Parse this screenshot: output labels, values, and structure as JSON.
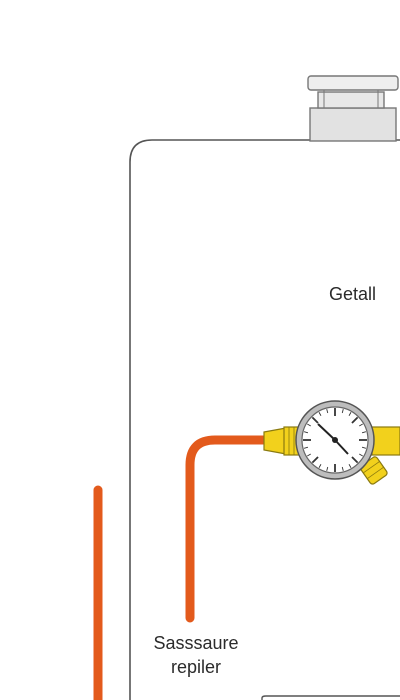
{
  "labels": {
    "tank_label": "Getall",
    "pipe_label_line1": "Sasssaure",
    "pipe_label_line2": "repiler"
  },
  "colors": {
    "pipe": "#e35a1c",
    "fitting": "#f2d11c",
    "outline": "#555555",
    "cap": "#e2e2e2"
  },
  "icons": {
    "gauge": "pressure-gauge-icon",
    "valve": "yellow-valve-icon"
  }
}
